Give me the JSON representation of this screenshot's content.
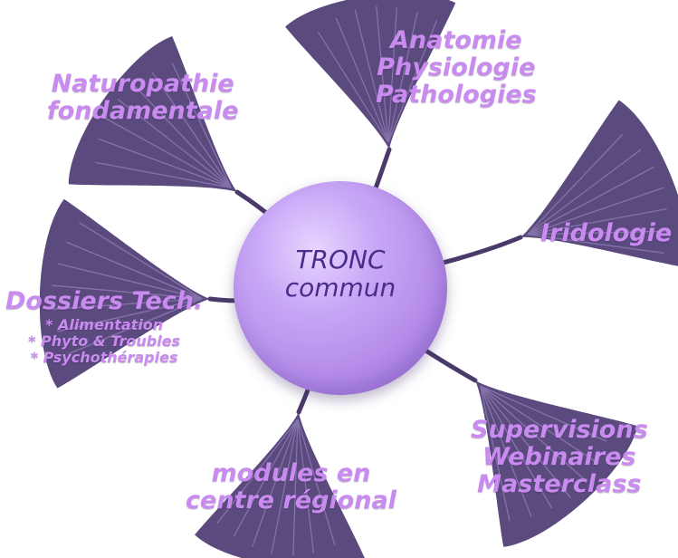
{
  "center": {
    "line1": "TRONC",
    "line2": "commun"
  },
  "branches": {
    "naturopathie": {
      "line1": "Naturopathie",
      "line2": "fondamentale"
    },
    "anatomie": {
      "line1": "Anatomie",
      "line2": "Physiologie",
      "line3": "Pathologies"
    },
    "iridologie": {
      "line1": "Iridologie"
    },
    "dossiers": {
      "title": "Dossiers Tech.",
      "item1": "* Alimentation",
      "item2": "* Phyto & Troubles",
      "item3": "* Psychothérapies"
    },
    "modules": {
      "line1": "modules en",
      "line2": "centre régional"
    },
    "supervisions": {
      "line1": "Supervisions",
      "line2": "Webinaires",
      "line3": "Masterclass"
    }
  },
  "colors": {
    "leaf": "#5b4a7e",
    "label": "#c98bf0",
    "center_text": "#4a2c8a"
  }
}
